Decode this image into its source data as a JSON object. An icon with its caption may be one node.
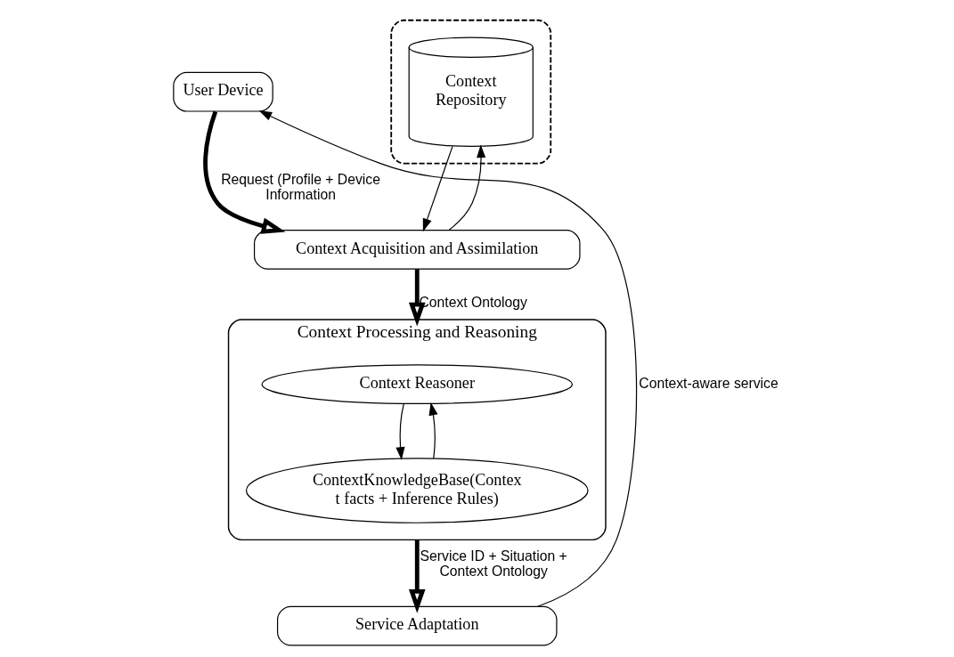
{
  "diagram": {
    "nodes": [
      {
        "text": [
          "User Device"
        ]
      },
      {
        "text": [],
        "shape": "cloud"
      },
      {
        "text": [
          "Context Repository"
        ],
        "in": 1
      },
      {
        "text": [
          "Context Acquisition and Assimilation"
        ]
      },
      {
        "text": [
          "Context Processing and Reasoning"
        ]
      },
      {
        "text": [
          "Context Reasoner"
        ],
        "in": 4
      },
      {
        "text": [
          "ContextKnowledgeBase(Contex t facts + Inference Rules)"
        ],
        "in": 4
      },
      {
        "text": [
          "Service Adaptation"
        ]
      }
    ],
    "edges": [
      {
        "from": 0,
        "to": 3,
        "arrow": "to",
        "style": "thick",
        "label": "Request (Profile + Device Information"
      },
      {
        "from": 2,
        "to": 3,
        "arrow": "to"
      },
      {
        "from": 3,
        "to": 2,
        "arrow": "to"
      },
      {
        "from": 3,
        "to": 4,
        "arrow": "to",
        "style": "thick",
        "label": "Context Ontology"
      },
      {
        "from": 5,
        "to": 6,
        "arrow": "to"
      },
      {
        "from": 6,
        "to": 5,
        "arrow": "to"
      },
      {
        "from": 4,
        "to": 7,
        "arrow": "to",
        "style": "thick",
        "label": "Service ID + Situation + Context Ontology"
      },
      {
        "from": 7,
        "to": 0,
        "arrow": "to",
        "label": "Context-aware service"
      }
    ]
  }
}
